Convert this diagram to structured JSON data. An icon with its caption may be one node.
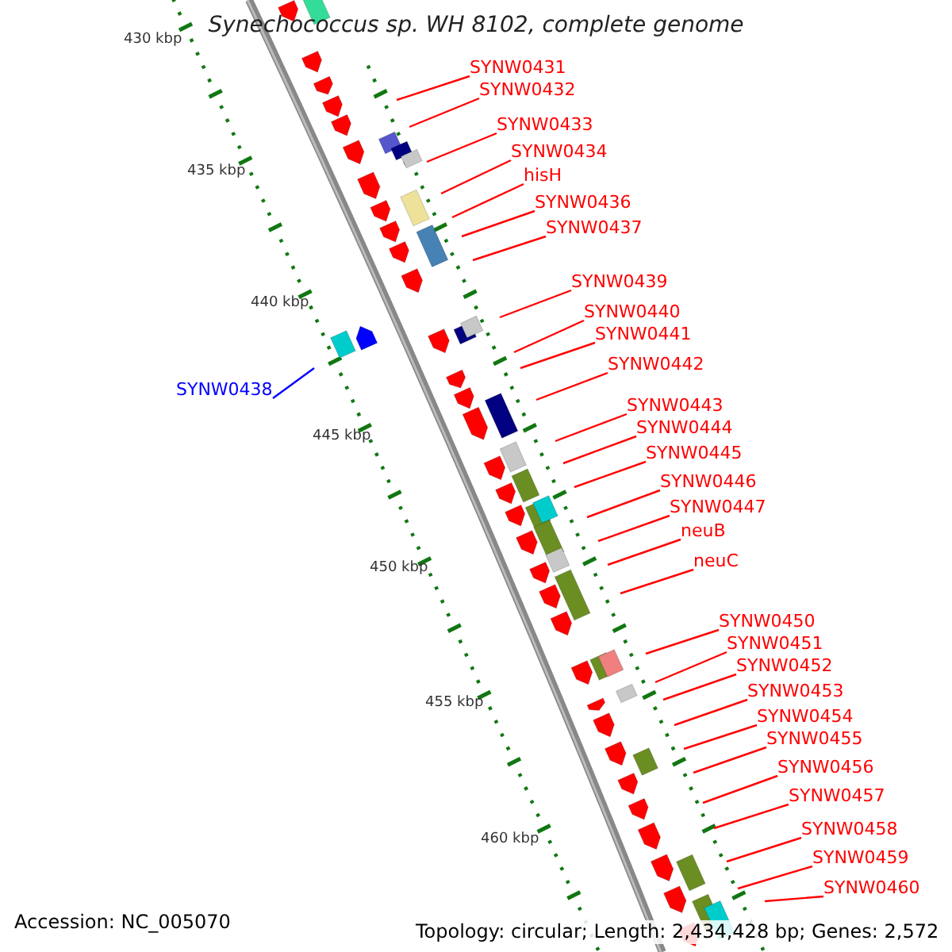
{
  "diagram": {
    "title": "Synechococcus sp. WH 8102, complete genome",
    "nodes": [
      {
        "text": [
          "SYNW0431"
        ]
      },
      {
        "text": [
          "SYNW0432"
        ]
      },
      {
        "text": [
          "SYNW0433"
        ]
      },
      {
        "text": [
          "SYNW0434"
        ]
      },
      {
        "text": [
          "hisH"
        ]
      },
      {
        "text": [
          "SYNW0436"
        ]
      },
      {
        "text": [
          "SYNW0437"
        ]
      },
      {
        "text": [
          "SYNW0439"
        ]
      },
      {
        "text": [
          "SYNW0440"
        ]
      },
      {
        "text": [
          "SYNW0441"
        ]
      },
      {
        "text": [
          "SYNW0442"
        ]
      },
      {
        "text": [
          "SYNW0438"
        ]
      },
      {
        "text": [
          "SYNW0443"
        ]
      },
      {
        "text": [
          "SYNW0444"
        ]
      },
      {
        "text": [
          "SYNW0445"
        ]
      },
      {
        "text": [
          "SYNW0446"
        ]
      },
      {
        "text": [
          "SYNW0447"
        ]
      },
      {
        "text": [
          "neuB"
        ]
      },
      {
        "text": [
          "neuC"
        ]
      },
      {
        "text": [
          "SYNW0450"
        ]
      },
      {
        "text": [
          "SYNW0451"
        ]
      },
      {
        "text": [
          "SYNW0452"
        ]
      },
      {
        "text": [
          "SYNW0453"
        ]
      },
      {
        "text": [
          "SYNW0454"
        ]
      },
      {
        "text": [
          "SYNW0455"
        ]
      },
      {
        "text": [
          "SYNW0456"
        ]
      },
      {
        "text": [
          "SYNW0457"
        ]
      },
      {
        "text": [
          "SYNW0458"
        ]
      },
      {
        "text": [
          "SYNW0459"
        ]
      },
      {
        "text": [
          "SYNW0460"
        ]
      }
    ],
    "edges": [
      {
        "from": 0,
        "to": null,
        "arrow": "none"
      },
      {
        "from": 1,
        "to": null,
        "arrow": "none"
      },
      {
        "from": 2,
        "to": null,
        "arrow": "none"
      },
      {
        "from": 3,
        "to": null,
        "arrow": "none"
      },
      {
        "from": 4,
        "to": null,
        "arrow": "none"
      },
      {
        "from": 5,
        "to": null,
        "arrow": "none"
      },
      {
        "from": 6,
        "to": null,
        "arrow": "none"
      },
      {
        "from": 7,
        "to": null,
        "arrow": "none"
      },
      {
        "from": 8,
        "to": null,
        "arrow": "none"
      },
      {
        "from": 9,
        "to": null,
        "arrow": "none"
      },
      {
        "from": 10,
        "to": null,
        "arrow": "none"
      },
      {
        "from": 11,
        "to": null,
        "arrow": "none",
        "color": "#0000ff"
      },
      {
        "from": 12,
        "to": null,
        "arrow": "none"
      },
      {
        "from": 13,
        "to": null,
        "arrow": "none"
      },
      {
        "from": 14,
        "to": null,
        "arrow": "none"
      },
      {
        "from": 15,
        "to": null,
        "arrow": "none"
      },
      {
        "from": 16,
        "to": null,
        "arrow": "none"
      },
      {
        "from": 17,
        "to": null,
        "arrow": "none"
      },
      {
        "from": 18,
        "to": null,
        "arrow": "none"
      },
      {
        "from": 19,
        "to": null,
        "arrow": "none"
      },
      {
        "from": 20,
        "to": null,
        "arrow": "none"
      },
      {
        "from": 21,
        "to": null,
        "arrow": "none"
      },
      {
        "from": 22,
        "to": null,
        "arrow": "none"
      },
      {
        "from": 23,
        "to": null,
        "arrow": "none"
      },
      {
        "from": 24,
        "to": null,
        "arrow": "none"
      },
      {
        "from": 25,
        "to": null,
        "arrow": "none"
      },
      {
        "from": 26,
        "to": null,
        "arrow": "none"
      },
      {
        "from": 27,
        "to": null,
        "arrow": "none"
      },
      {
        "from": 28,
        "to": null,
        "arrow": "none"
      },
      {
        "from": 29,
        "to": null,
        "arrow": "none"
      }
    ],
    "labels": [
      "430 kbp",
      "435 kbp",
      "440 kbp",
      "445 kbp",
      "450 kbp",
      "455 kbp",
      "460 kbp",
      "Accession: NC_005070",
      "Topology: circular; Length: 2,434,428 bp; Genes: 2,572"
    ]
  }
}
